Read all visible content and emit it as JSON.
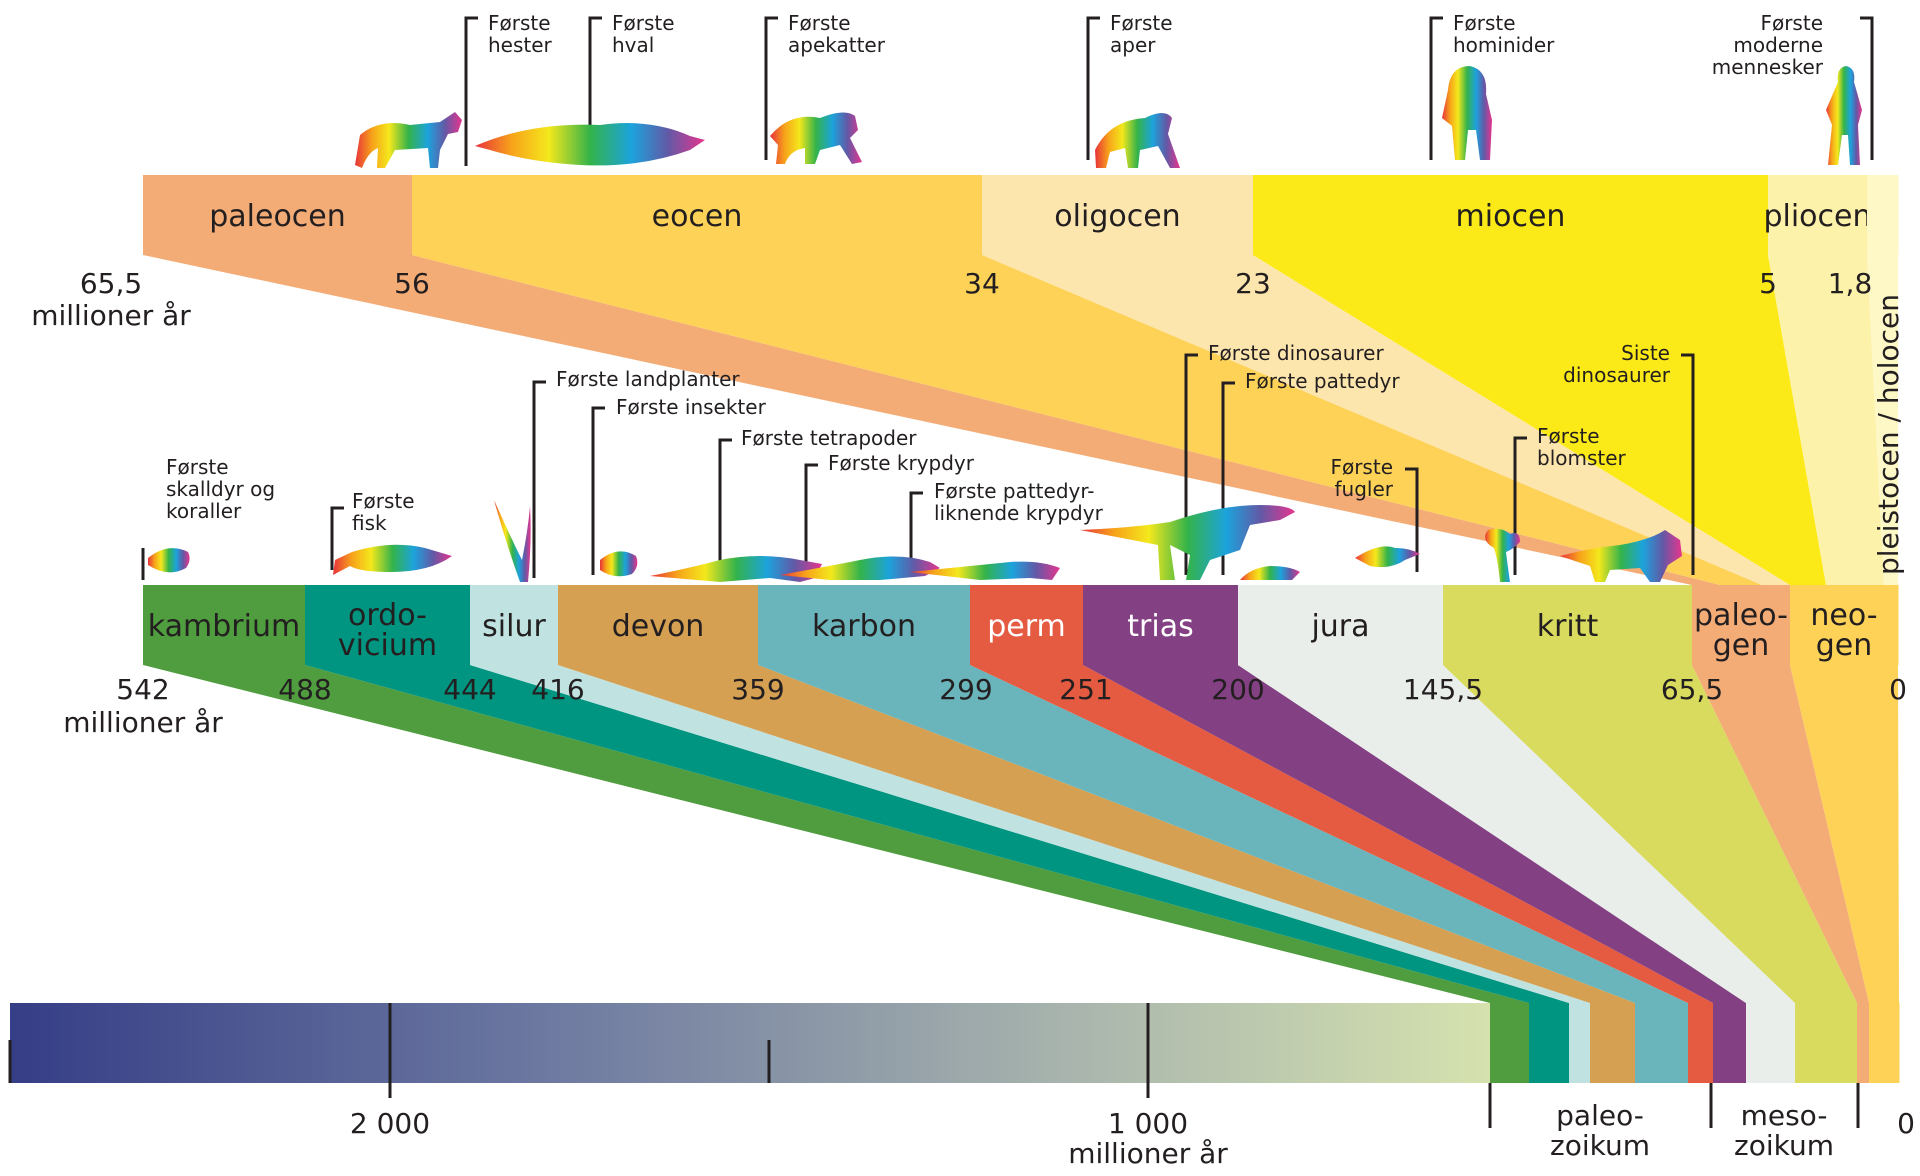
{
  "cenozoic": {
    "epochs": [
      {
        "label": "paleocen",
        "color": "#f4ac76"
      },
      {
        "label": "eocen",
        "color": "#fdd257"
      },
      {
        "label": "oligocen",
        "color": "#fde6ad"
      },
      {
        "label": "miocen",
        "color": "#fbea17"
      },
      {
        "label": "pliocen",
        "color": "#fdf2a9"
      },
      {
        "label": "",
        "color": "#fef7c6"
      }
    ],
    "ticks": [
      {
        "text": "65,5",
        "sub": "millioner år"
      },
      {
        "text": "56"
      },
      {
        "text": "34"
      },
      {
        "text": "23"
      },
      {
        "text": "5"
      },
      {
        "text": "1,8"
      }
    ],
    "vertical_label": "pleistocen / holocen",
    "events": [
      {
        "line1": "Første",
        "line2": "hester"
      },
      {
        "line1": "Første",
        "line2": "hval"
      },
      {
        "line1": "Første",
        "line2": "apekatter"
      },
      {
        "line1": "Første",
        "line2": "aper"
      },
      {
        "line1": "Første",
        "line2": "hominider"
      },
      {
        "line1": "Første",
        "line2": "moderne",
        "line3": "mennesker"
      }
    ]
  },
  "phanerozoic": {
    "periods": [
      {
        "line1": "kambrium",
        "color": "#4f9d3f"
      },
      {
        "line1": "ordo-",
        "line2": "vicium",
        "color": "#009580"
      },
      {
        "line1": "silur",
        "color": "#c0e3e2"
      },
      {
        "line1": "devon",
        "color": "#d5a052"
      },
      {
        "line1": "karbon",
        "color": "#6ab5bb"
      },
      {
        "line1": "perm",
        "color": "#e55b41"
      },
      {
        "line1": "trias",
        "color": "#834083"
      },
      {
        "line1": "jura",
        "color": "#eaeeeb"
      },
      {
        "line1": "kritt",
        "color": "#d8db5d"
      },
      {
        "line1": "paleo-",
        "line2": "gen",
        "color": "#f4ac76"
      },
      {
        "line1": "neo-",
        "line2": "gen",
        "color": "#fdd257"
      }
    ],
    "ticks": [
      {
        "text": "542",
        "sub": "millioner år"
      },
      {
        "text": "488"
      },
      {
        "text": "444"
      },
      {
        "text": "416"
      },
      {
        "text": "359"
      },
      {
        "text": "299"
      },
      {
        "text": "251"
      },
      {
        "text": "200"
      },
      {
        "text": "145,5"
      },
      {
        "text": "65,5"
      },
      {
        "text": "0"
      }
    ],
    "events": [
      {
        "line1": "Første",
        "line2": "skalldyr og",
        "line3": "koraller"
      },
      {
        "line1": "Første",
        "line2": "fisk"
      },
      {
        "line1": "Første landplanter"
      },
      {
        "line1": "Første insekter"
      },
      {
        "line1": "Første tetrapoder"
      },
      {
        "line1": "Første krypdyr"
      },
      {
        "line1": "Første pattedyr-",
        "line2": "liknende krypdyr"
      },
      {
        "line1": "Første dinosaurer"
      },
      {
        "line1": "Første pattedyr"
      },
      {
        "line1": "Første",
        "line2": "fugler"
      },
      {
        "line1": "Første",
        "line2": "blomster"
      },
      {
        "line1": "Siste",
        "line2": "dinosaurer"
      }
    ]
  },
  "deep_time": {
    "ticks": [
      {
        "text": "2 000"
      },
      {
        "text": "1 000",
        "sub": "millioner år"
      },
      {
        "text": "0"
      }
    ],
    "eras": [
      {
        "line1": "paleo-",
        "line2": "zoikum"
      },
      {
        "line1": "meso-",
        "line2": "zoikum"
      }
    ],
    "gradient": [
      "#353e86",
      "#6b77a0",
      "#a9b5ad",
      "#d5e2ae"
    ]
  },
  "silhouette_gradient": [
    "#e8323a",
    "#f7a31a",
    "#f4e81c",
    "#34b34a",
    "#1ca3dc",
    "#6259a6",
    "#e6358e"
  ]
}
